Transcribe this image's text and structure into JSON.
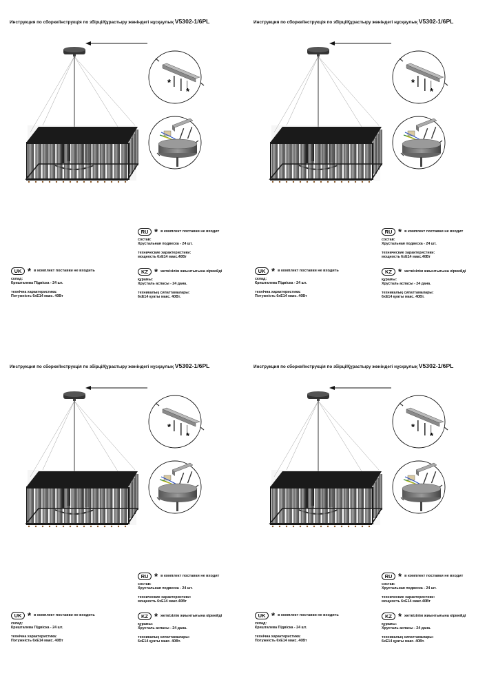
{
  "sheet": {
    "title_prefix": "Инструкция по сборке/Інструкція по збірці/Құрастыру жөніндегі нұсқаулық",
    "model": "V5302-1/6PL"
  },
  "ru": {
    "code": "RU",
    "star": "*",
    "note": "в комплект поставки не входит",
    "composition_label": "состав:",
    "composition_value": "Хрустальная подвеска - 24 шт.",
    "specs_label": "технические характеристики:",
    "specs_value": "мощность 6хЕ14 макс.40Вт"
  },
  "uk": {
    "code": "UK",
    "star": "*",
    "note": "в комплект поставки не входить",
    "composition_label": "склад:",
    "composition_value": "Кришталева Підвіска - 24 шт.",
    "specs_label": "технічна характеристика:",
    "specs_value": "Потужність 6хЕ14 макс. 40Вт"
  },
  "kz": {
    "code": "KZ",
    "star": "*",
    "note": "жеткізілім жиынтығына кірмейді",
    "composition_label": "құрамы:",
    "composition_value": "Хрусталь аспасы - 24 дана.",
    "specs_label": "техникалық сипаттамалары:",
    "specs_value": "6хЕ14 қуаты макс. 40Вт."
  },
  "icons": {
    "detail_star": "*",
    "pointer": "arrow-left-icon",
    "accent": "#111111",
    "wire_green": "#3a8a2a",
    "wire_blue": "#2a4fbf",
    "wire_yellow": "#d8c21a"
  }
}
